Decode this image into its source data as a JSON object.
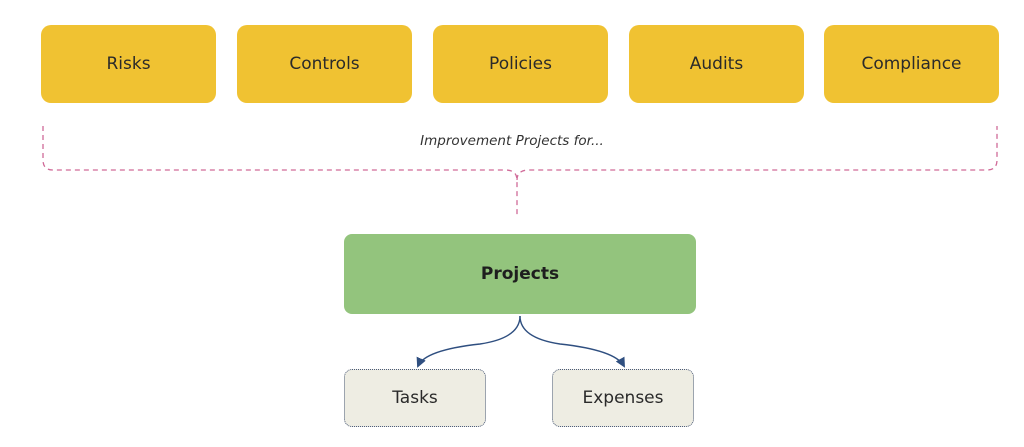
{
  "categories": [
    {
      "label": "Risks"
    },
    {
      "label": "Controls"
    },
    {
      "label": "Policies"
    },
    {
      "label": "Audits"
    },
    {
      "label": "Compliance"
    }
  ],
  "brace_caption": "Improvement Projects for...",
  "hub": {
    "label": "Projects"
  },
  "children": [
    {
      "label": "Tasks"
    },
    {
      "label": "Expenses"
    }
  ],
  "colors": {
    "category_fill": "#F0C232",
    "hub_fill": "#93C47D",
    "child_fill": "#EEEDE3",
    "brace_stroke": "#D06A98",
    "arrow_stroke": "#2F4F80"
  }
}
